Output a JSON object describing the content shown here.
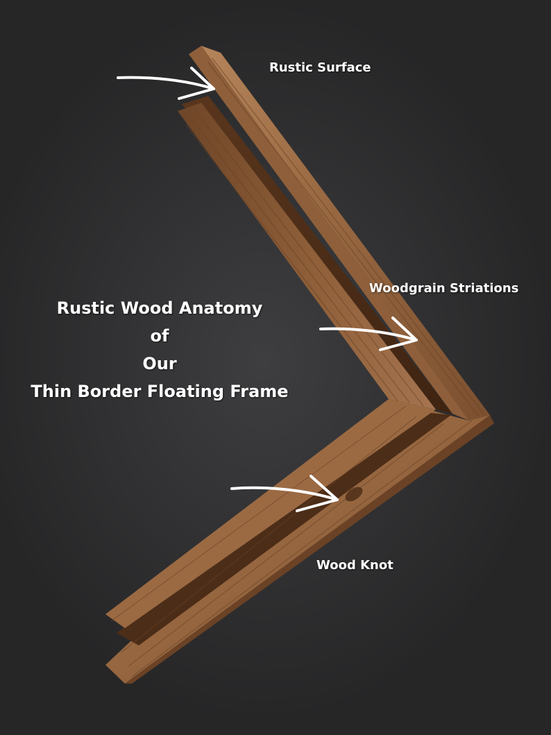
{
  "title_lines": [
    "Rustic Wood Anatomy",
    "of",
    "Our",
    "Thin Border Floating Frame"
  ],
  "callouts": {
    "rustic_surface": "Rustic Surface",
    "woodgrain_striations": "Woodgrain Striations",
    "wood_knot": "Wood Knot"
  },
  "colors": {
    "background": "#2b2b2c",
    "wood_light": "#a8774f",
    "wood_mid": "#8a5a36",
    "wood_dark": "#5e3a20",
    "text": "#ffffff"
  }
}
